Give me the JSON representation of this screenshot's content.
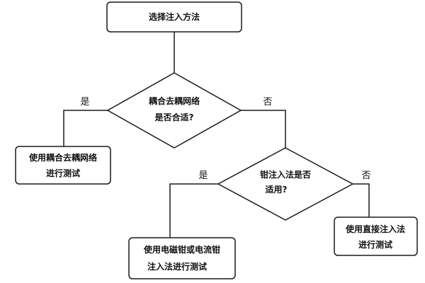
{
  "flowchart": {
    "start": {
      "label": "选择注入方法"
    },
    "decision1": {
      "line1": "耦合去耦网络",
      "line2": "是否合适?"
    },
    "decision1_yes": "是",
    "decision1_no": "否",
    "outcome_cdn": {
      "line1": "使用耦合去耦网络",
      "line2": "进行测试"
    },
    "decision2": {
      "line1": "钳注入法是否",
      "line2": "适用?"
    },
    "decision2_yes": "是",
    "decision2_no": "否",
    "outcome_clamp": {
      "line1": "使用电磁钳或电流钳",
      "line2": "注入法进行测试"
    },
    "outcome_direct": {
      "line1": "使用直接注入法",
      "line2": "进行测试"
    }
  },
  "colors": {
    "stroke": "#1a1a1a",
    "fill": "#ffffff",
    "text": "#111111"
  }
}
